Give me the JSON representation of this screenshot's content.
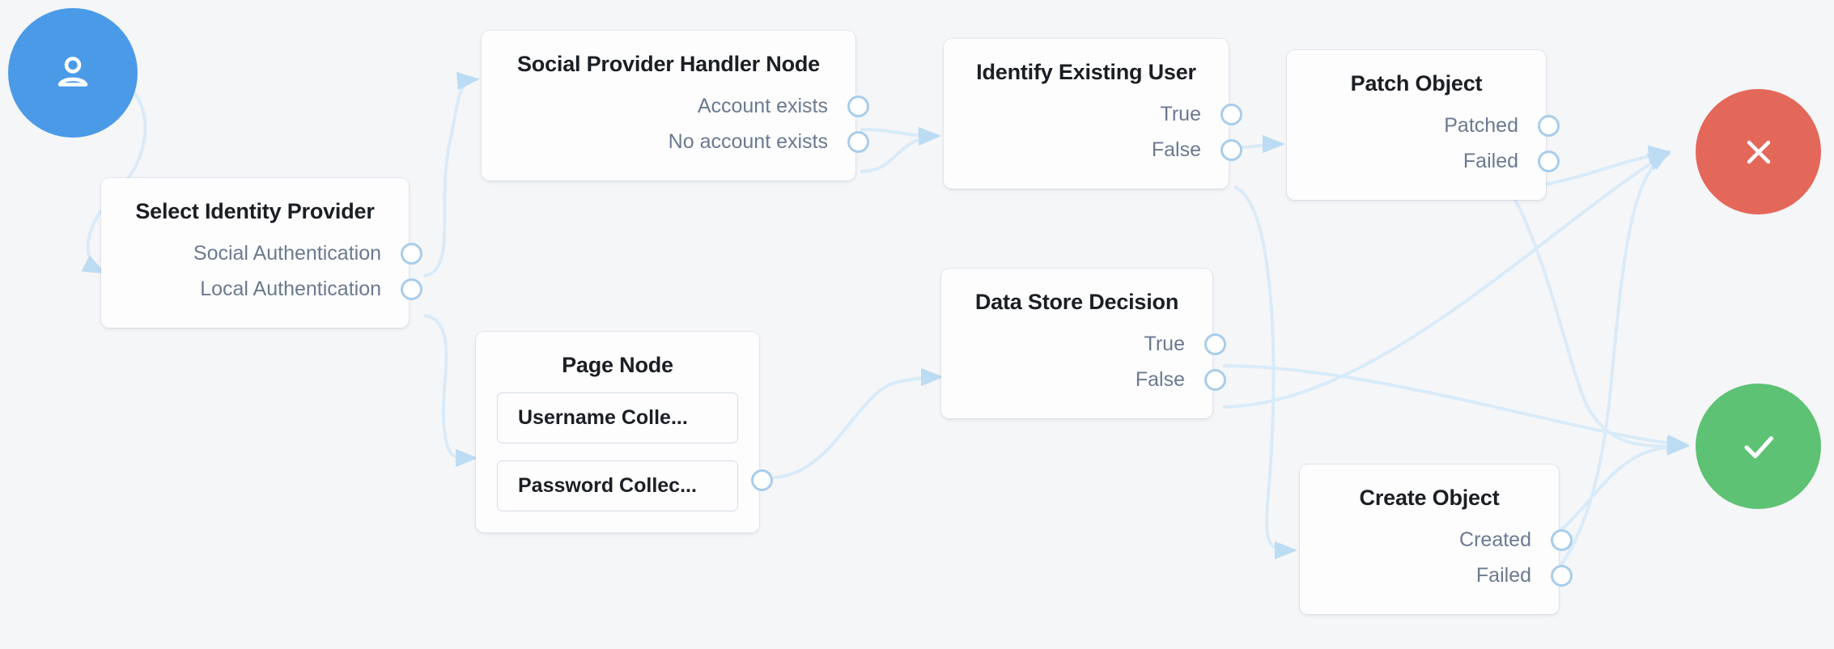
{
  "canvas": {
    "background": "#f5f6f8",
    "edge_color": "#d6e8f7",
    "port_border": "#a8cdeb"
  },
  "nodes": [
    {
      "id": "start",
      "kind": "circle",
      "icon": "user-icon",
      "color": "#4a9ae8",
      "title": ""
    },
    {
      "id": "select-identity-provider",
      "kind": "card",
      "title": "Select Identity Provider",
      "outputs": [
        "Social Authentication",
        "Local Authentication"
      ]
    },
    {
      "id": "social-provider-handler-node",
      "kind": "card",
      "title": "Social Provider Handler Node",
      "outputs": [
        "Account exists",
        "No account exists"
      ]
    },
    {
      "id": "identify-existing-user",
      "kind": "card",
      "title": "Identify Existing User",
      "outputs": [
        "True",
        "False"
      ]
    },
    {
      "id": "patch-object",
      "kind": "card",
      "title": "Patch Object",
      "outputs": [
        "Patched",
        "Failed"
      ]
    },
    {
      "id": "page-node",
      "kind": "card",
      "title": "Page Node",
      "subitems": [
        "Username Colle...",
        "Password Collec..."
      ],
      "outputs": []
    },
    {
      "id": "data-store-decision",
      "kind": "card",
      "title": "Data Store Decision",
      "outputs": [
        "True",
        "False"
      ]
    },
    {
      "id": "create-object",
      "kind": "card",
      "title": "Create Object",
      "outputs": [
        "Created",
        "Failed"
      ]
    },
    {
      "id": "failure",
      "kind": "circle",
      "icon": "close-icon",
      "color": "#e4685a",
      "title": ""
    },
    {
      "id": "success",
      "kind": "circle",
      "icon": "check-icon",
      "color": "#5dc274",
      "title": ""
    }
  ],
  "labels": {
    "select_identity_provider": {
      "title": "Select Identity Provider",
      "out0": "Social Authentication",
      "out1": "Local Authentication"
    },
    "social_provider_handler": {
      "title": "Social Provider Handler Node",
      "out0": "Account exists",
      "out1": "No account exists"
    },
    "identify_existing_user": {
      "title": "Identify Existing User",
      "out0": "True",
      "out1": "False"
    },
    "patch_object": {
      "title": "Patch Object",
      "out0": "Patched",
      "out1": "Failed"
    },
    "page_node": {
      "title": "Page Node",
      "item0": "Username Colle...",
      "item1": "Password Collec..."
    },
    "data_store_decision": {
      "title": "Data Store Decision",
      "out0": "True",
      "out1": "False"
    },
    "create_object": {
      "title": "Create Object",
      "out0": "Created",
      "out1": "Failed"
    }
  },
  "edges": [
    {
      "from": "start",
      "to": "select-identity-provider"
    },
    {
      "from": "select-identity-provider.Social Authentication",
      "to": "social-provider-handler-node"
    },
    {
      "from": "select-identity-provider.Local Authentication",
      "to": "page-node"
    },
    {
      "from": "social-provider-handler-node.Account exists",
      "to": "identify-existing-user"
    },
    {
      "from": "social-provider-handler-node.No account exists",
      "to": "identify-existing-user"
    },
    {
      "from": "identify-existing-user.True",
      "to": "patch-object"
    },
    {
      "from": "identify-existing-user.False",
      "to": "create-object"
    },
    {
      "from": "page-node",
      "to": "data-store-decision"
    },
    {
      "from": "data-store-decision.True",
      "to": "success"
    },
    {
      "from": "data-store-decision.False",
      "to": "failure"
    },
    {
      "from": "patch-object.Patched",
      "to": "success"
    },
    {
      "from": "patch-object.Failed",
      "to": "failure"
    },
    {
      "from": "create-object.Created",
      "to": "success"
    },
    {
      "from": "create-object.Failed",
      "to": "failure"
    }
  ]
}
